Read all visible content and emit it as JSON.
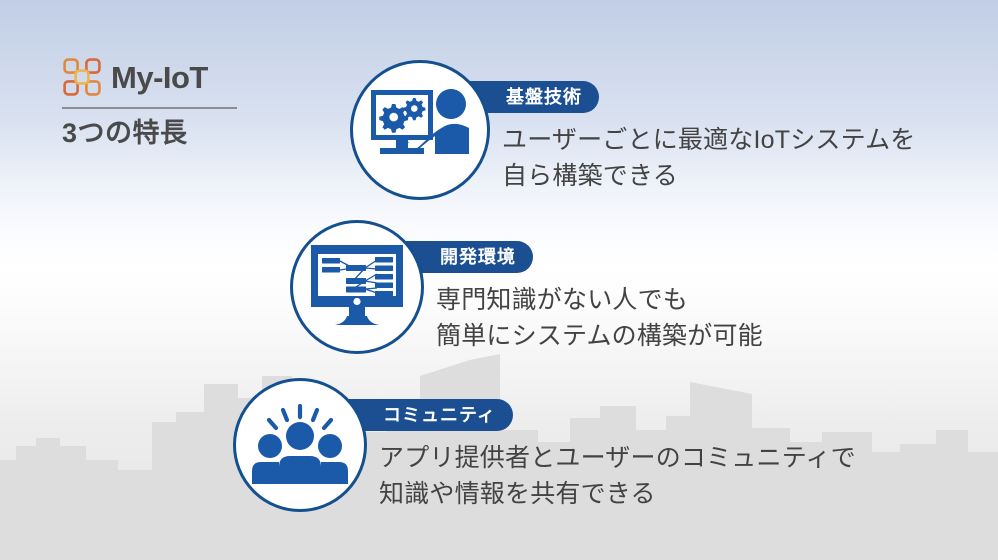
{
  "brand": {
    "logo_icon": "network-nodes-icon",
    "name": "My-IoT",
    "subtitle": "3つの特長"
  },
  "colors": {
    "brand_blue": "#1b4f91",
    "icon_blue": "#1a5aa8",
    "logo_orange": "#e1802f",
    "body_text": "#434343",
    "badge_text": "#ffffff",
    "skyline": "#dcdcdc"
  },
  "features": [
    {
      "icon": "monitor-gears-person-icon",
      "badge": "基盤技術",
      "lines": [
        "ユーザーごとに最適なIoTシステムを",
        "自ら構築できる"
      ]
    },
    {
      "icon": "monitor-flowchart-icon",
      "badge": "開発環境",
      "lines": [
        "専門知識がない人でも",
        "簡単にシステムの構築が可能"
      ]
    },
    {
      "icon": "community-people-icon",
      "badge": "コミュニティ",
      "lines": [
        "アプリ提供者とユーザーのコミュニティで",
        "知識や情報を共有できる"
      ]
    }
  ]
}
